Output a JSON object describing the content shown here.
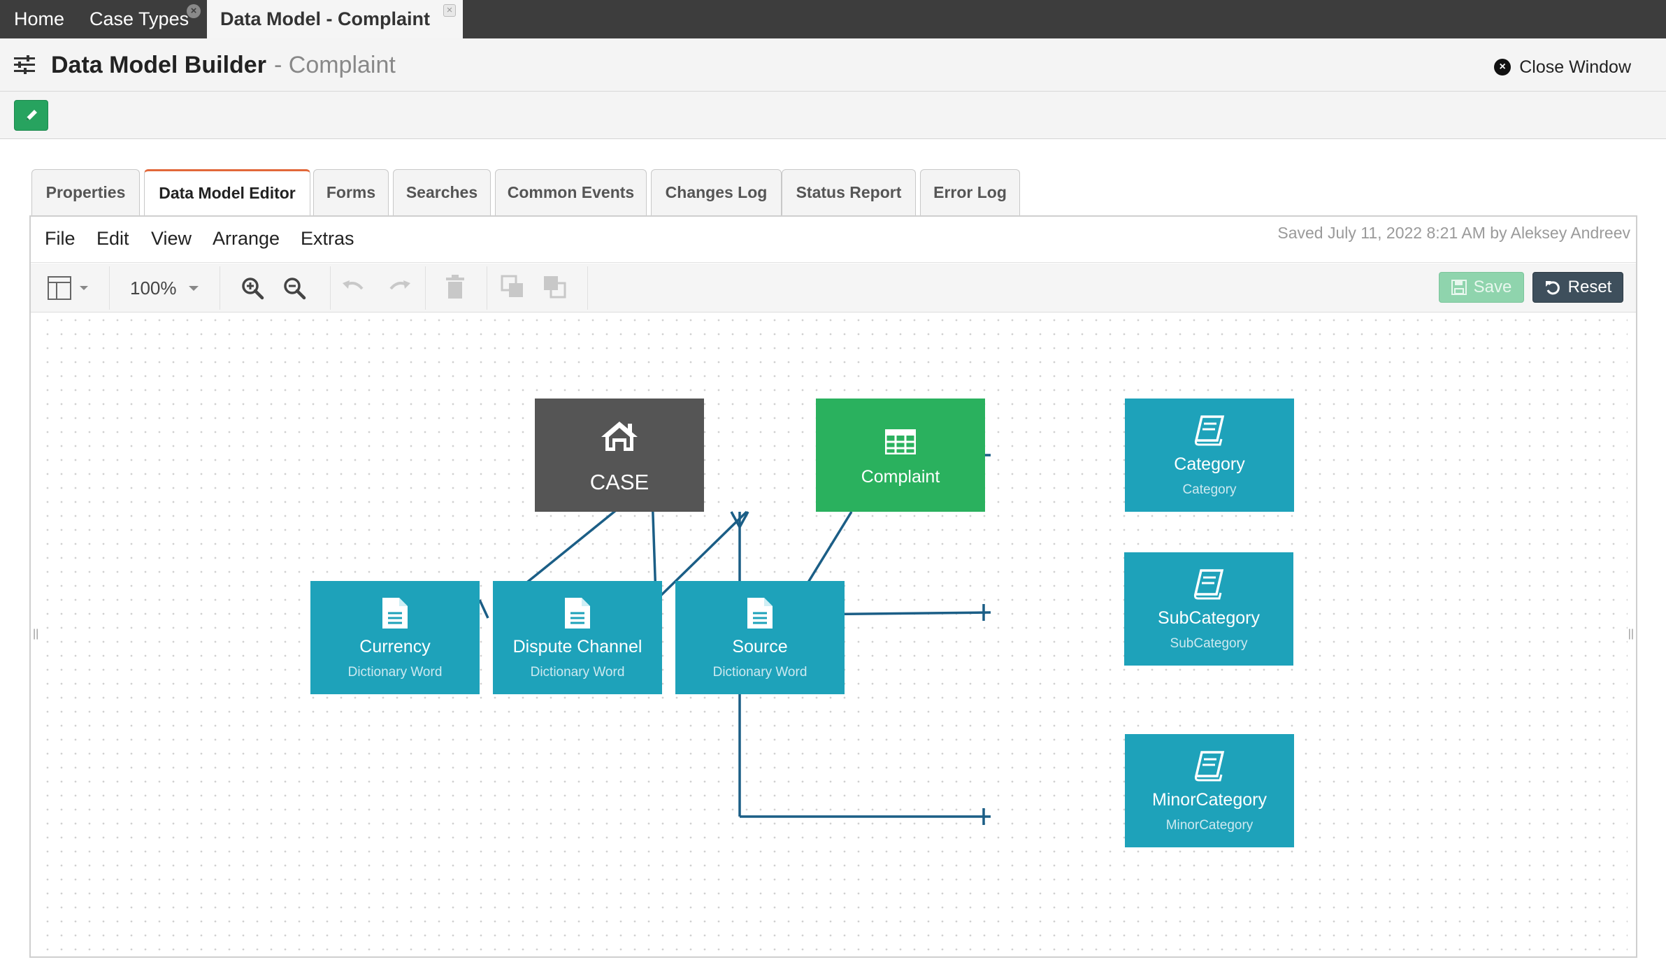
{
  "app_tabs": [
    {
      "label": "Home"
    },
    {
      "label": "Case Types"
    },
    {
      "label": "Data Model - Complaint"
    }
  ],
  "header": {
    "title": "Data Model Builder",
    "subtitle": "- Complaint",
    "close_label": "Close Window"
  },
  "section_tabs": [
    {
      "label": "Properties"
    },
    {
      "label": "Data Model Editor"
    },
    {
      "label": "Forms"
    },
    {
      "label": "Searches"
    },
    {
      "label": "Common Events"
    },
    {
      "label": "Changes Log"
    },
    {
      "label": "Status Report"
    },
    {
      "label": "Error Log"
    }
  ],
  "active_section_tab": "Data Model Editor",
  "editor": {
    "menu": [
      "File",
      "Edit",
      "View",
      "Arrange",
      "Extras"
    ],
    "saved_text": "Saved July 11, 2022 8:21 AM by Aleksey Andreev",
    "zoom": "100%",
    "save_label": "Save",
    "reset_label": "Reset"
  },
  "entities": {
    "case": {
      "title": "CASE",
      "icon": "home-icon",
      "color": "#555555"
    },
    "complaint": {
      "title": "Complaint",
      "icon": "table-icon",
      "color": "#2ab15e"
    },
    "category": {
      "title": "Category",
      "sub": "Category",
      "icon": "book-icon",
      "color": "#1ea2ba"
    },
    "subcategory": {
      "title": "SubCategory",
      "sub": "SubCategory",
      "icon": "book-icon",
      "color": "#1ea2ba"
    },
    "minorcategory": {
      "title": "MinorCategory",
      "sub": "MinorCategory",
      "icon": "book-icon",
      "color": "#1ea2ba"
    },
    "currency": {
      "title": "Currency",
      "sub": "Dictionary Word",
      "icon": "document-icon",
      "color": "#1ea2ba"
    },
    "dispute_channel": {
      "title": "Dispute Channel",
      "sub": "Dictionary Word",
      "icon": "document-icon",
      "color": "#1ea2ba"
    },
    "source": {
      "title": "Source",
      "sub": "Dictionary Word",
      "icon": "document-icon",
      "color": "#1ea2ba"
    }
  },
  "colors": {
    "link": "#1b5e86",
    "active_tab_accent": "#e2683a"
  }
}
